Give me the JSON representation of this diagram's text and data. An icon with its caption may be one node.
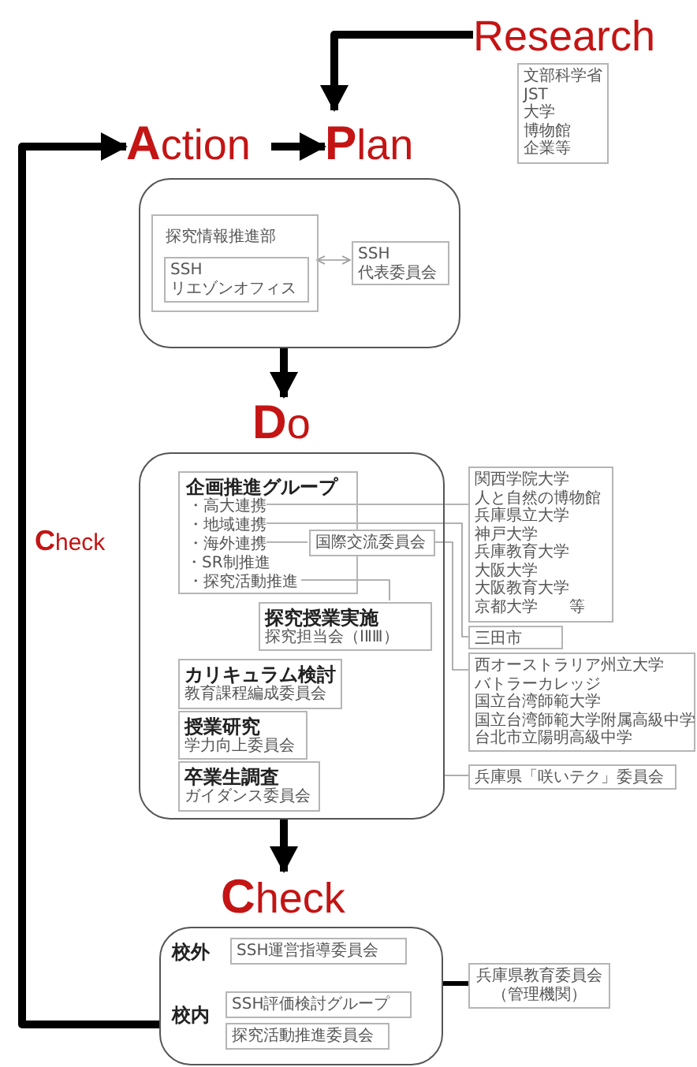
{
  "diagram": {
    "nodes": [
      {
        "text": [
          "Research"
        ]
      },
      {
        "text": [
          "文部科学省",
          "JST",
          "大学",
          "博物館",
          "企業等"
        ]
      },
      {
        "text": [
          "**A**ction"
        ]
      },
      {
        "text": [
          "**P**lan"
        ]
      },
      {
        "text": [],
        "shape": "box"
      },
      {
        "text": [
          "探究情報推進部"
        ],
        "in": 4
      },
      {
        "text": [
          "SSH リエゾンオフィス"
        ],
        "in": 5
      },
      {
        "text": [
          "SSH 代表委員会"
        ],
        "in": 4
      },
      {
        "text": [
          "**D**o"
        ]
      },
      {
        "text": [],
        "shape": "box"
      },
      {
        "text": [
          "企画推進グループ",
          "・SR制推進"
        ],
        "in": 9
      },
      {
        "text": [
          "・高大連携"
        ],
        "in": 10
      },
      {
        "text": [
          "・地域連携"
        ],
        "in": 10
      },
      {
        "text": [
          "・海外連携"
        ],
        "in": 10
      },
      {
        "text": [
          "・探究活動推進"
        ],
        "in": 10
      },
      {
        "text": [
          "国際交流委員会"
        ],
        "in": 9
      },
      {
        "text": [
          "探究授業実施",
          "探究担当会（ⅠⅡⅢ）"
        ],
        "in": 9
      },
      {
        "text": [
          "カリキュラム検討",
          "教育課程編成委員会"
        ],
        "in": 9
      },
      {
        "text": [
          "授業研究",
          "学力向上委員会"
        ],
        "in": 9
      },
      {
        "text": [
          "卒業生調査",
          "ガイダンス委員会"
        ],
        "in": 9
      },
      {
        "text": [
          "関西学院大学",
          "人と自然の博物館",
          "兵庫県立大学",
          "神戸大学",
          "兵庫教育大学",
          "大阪大学",
          "大阪教育大学",
          "京都大学　　等"
        ]
      },
      {
        "text": [
          "三田市"
        ]
      },
      {
        "text": [
          "西オーストラリア州立大学",
          "バトラーカレッジ",
          "国立台湾師範大学",
          "国立台湾師範大学附属高級中学",
          "台北市立陽明高級中学"
        ]
      },
      {
        "text": [
          "兵庫県「咲いテク」委員会"
        ]
      },
      {
        "text": [
          "**C**heck"
        ]
      },
      {
        "text": [
          "校外",
          "校内"
        ]
      },
      {
        "text": [
          "SSH運営指導委員会"
        ],
        "in": 25
      },
      {
        "text": [
          "SSH評価検討グループ"
        ],
        "in": 25
      },
      {
        "text": [
          "探究活動推進委員会"
        ],
        "in": 25
      },
      {
        "text": [
          "兵庫県教育委員会（管理機関）"
        ]
      }
    ],
    "edges": [
      {
        "from": 0,
        "to": 3,
        "arrow": "to",
        "style": "thick",
        "color": "#000000"
      },
      {
        "from": 2,
        "to": 3,
        "arrow": "to",
        "style": "thick",
        "color": "#000000"
      },
      {
        "from": 5,
        "to": 7,
        "arrow": "both"
      },
      {
        "from": 4,
        "to": 8,
        "arrow": "to",
        "style": "thick",
        "color": "#000000"
      },
      {
        "from": 9,
        "to": 24,
        "arrow": "to",
        "style": "thick",
        "color": "#000000"
      },
      {
        "from": 25,
        "to": 2,
        "arrow": "to",
        "label": "**C**heck",
        "style": "thick",
        "color": "#000000"
      },
      {
        "from": 11,
        "to": 20,
        "arrow": "none"
      },
      {
        "from": 12,
        "to": 21,
        "arrow": "none"
      },
      {
        "from": 13,
        "to": 15,
        "arrow": "none"
      },
      {
        "from": 15,
        "to": 22,
        "arrow": "none"
      },
      {
        "from": 14,
        "to": 16,
        "arrow": "none"
      },
      {
        "from": 9,
        "to": 23,
        "arrow": "none"
      },
      {
        "from": 25,
        "to": 29,
        "arrow": "none",
        "style": "thick",
        "color": "#000000"
      }
    ]
  }
}
